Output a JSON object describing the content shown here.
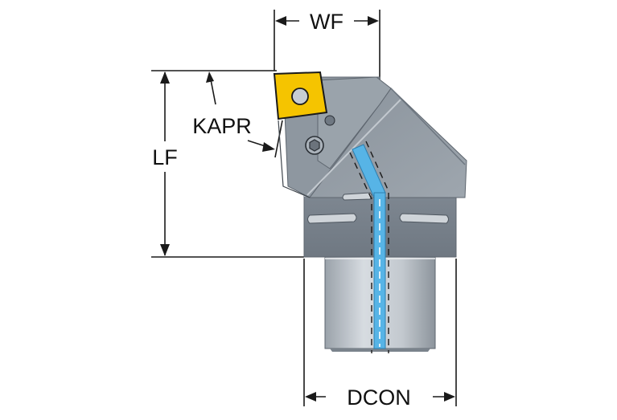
{
  "labels": {
    "wf": "WF",
    "lf": "LF",
    "kapr": "KAPR",
    "dcon": "DCON"
  },
  "colors": {
    "body_dark": "#7e8791",
    "body_mid": "#8f98a2",
    "body_light": "#aab2ba",
    "shank_light": "#d4d9de",
    "shank_dark": "#8c949c",
    "insert_yellow": "#f5c400",
    "coolant_blue": "#57b4e6",
    "line_dark": "#1a1a1a"
  }
}
